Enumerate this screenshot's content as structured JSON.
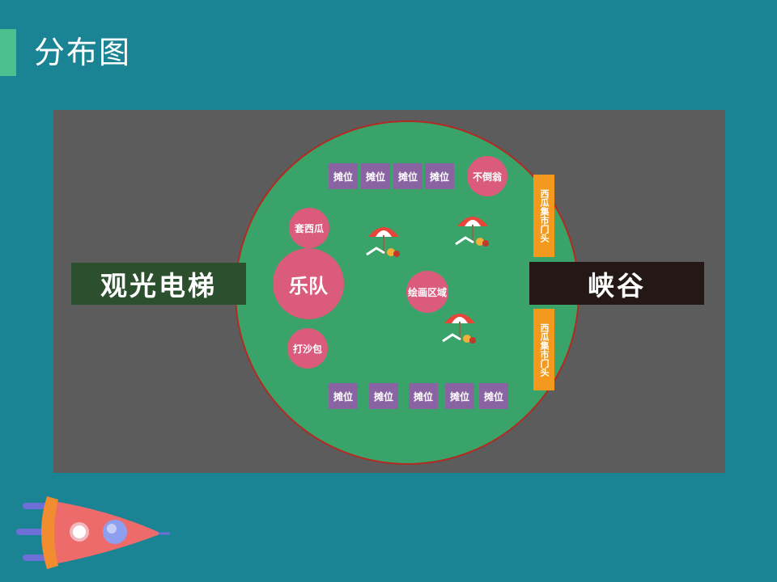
{
  "page": {
    "title": "分布图"
  },
  "map": {
    "sign_left": "观光电梯",
    "sign_right": "峡谷",
    "stalls_top": [
      "摊位",
      "摊位",
      "摊位",
      "摊位"
    ],
    "stalls_bottom": [
      "摊位",
      "摊位",
      "摊位",
      "摊位",
      "摊位"
    ],
    "circles": {
      "band": "乐队",
      "melon_toss": "套西瓜",
      "punching_bag": "打沙包",
      "roly_poly": "不倒翁",
      "painting_area": "绘画区域"
    },
    "gate_top": "西瓜集市门头",
    "gate_bottom": "西瓜集市门头"
  },
  "colors": {
    "background": "#1b8494",
    "title_accent": "#4cc08f",
    "map_ground": "#5c5c5c",
    "plaza": "#3aa36a",
    "plaza_border": "#b32a22",
    "sign_left": "#2c4f2e",
    "sign_right": "#231815",
    "stall": "#8a63a3",
    "activity_circle": "#da5b7b",
    "gate": "#f39a1e"
  },
  "icons": [
    "beach-umbrella-icon",
    "rocket-icon"
  ]
}
